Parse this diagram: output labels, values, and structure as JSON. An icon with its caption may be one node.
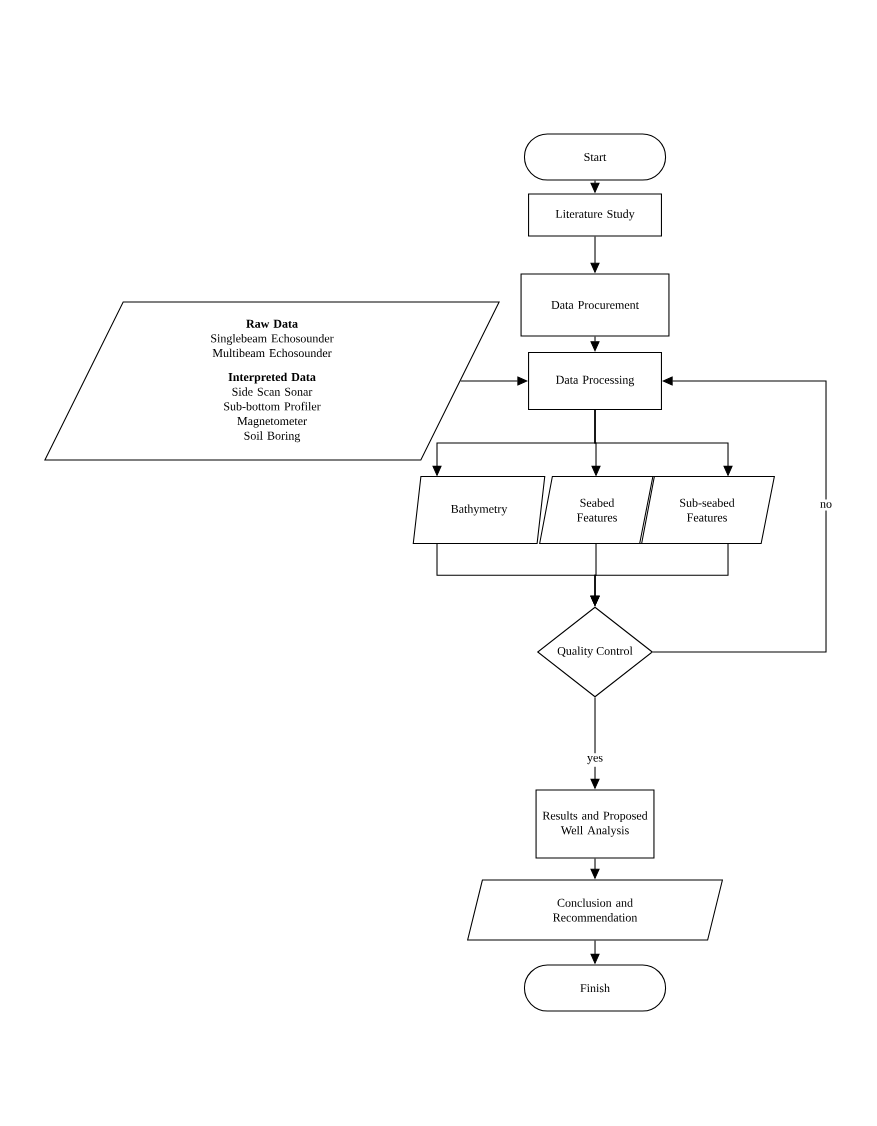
{
  "diagram": {
    "nodes": [
      {
        "text": [
          "Start"
        ]
      },
      {
        "text": [
          "Literature Study"
        ]
      },
      {
        "text": [
          "Data Procurement"
        ]
      },
      {
        "text": [
          "Raw Data",
          "Singlebeam Echosounder",
          "Multibeam Echosounder",
          "Interpreted Data",
          "Side Scan Sonar",
          "Sub-bottom Profiler",
          "Magnetometer",
          "Soil Boring"
        ]
      },
      {
        "text": [
          "Data Processing"
        ]
      },
      {
        "text": [
          "Bathymetry"
        ]
      },
      {
        "text": [
          "Seabed Features"
        ]
      },
      {
        "text": [
          "Sub-seabed Features"
        ]
      },
      {
        "text": [
          "Quality Control"
        ]
      },
      {
        "text": [
          "Results and Proposed Well Analysis"
        ]
      },
      {
        "text": [
          "Conclusion and Recommendation"
        ]
      },
      {
        "text": [
          "Finish"
        ]
      }
    ],
    "edges": [
      {
        "from": 0,
        "to": 1,
        "arrow": "to"
      },
      {
        "from": 1,
        "to": 2,
        "arrow": "to"
      },
      {
        "from": 2,
        "to": 4,
        "arrow": "to"
      },
      {
        "from": 3,
        "to": 4,
        "arrow": "to"
      },
      {
        "from": 4,
        "to": 5,
        "arrow": "to"
      },
      {
        "from": 4,
        "to": 6,
        "arrow": "to"
      },
      {
        "from": 4,
        "to": 7,
        "arrow": "to"
      },
      {
        "from": 5,
        "to": 8,
        "arrow": "to"
      },
      {
        "from": 6,
        "to": 8,
        "arrow": "to"
      },
      {
        "from": 7,
        "to": 8,
        "arrow": "to"
      },
      {
        "from": 8,
        "to": 4,
        "arrow": "to",
        "label": "no"
      },
      {
        "from": 8,
        "to": 9,
        "arrow": "to",
        "label": "yes"
      },
      {
        "from": 9,
        "to": 10,
        "arrow": "to"
      },
      {
        "from": 10,
        "to": 11,
        "arrow": "to"
      }
    ]
  }
}
